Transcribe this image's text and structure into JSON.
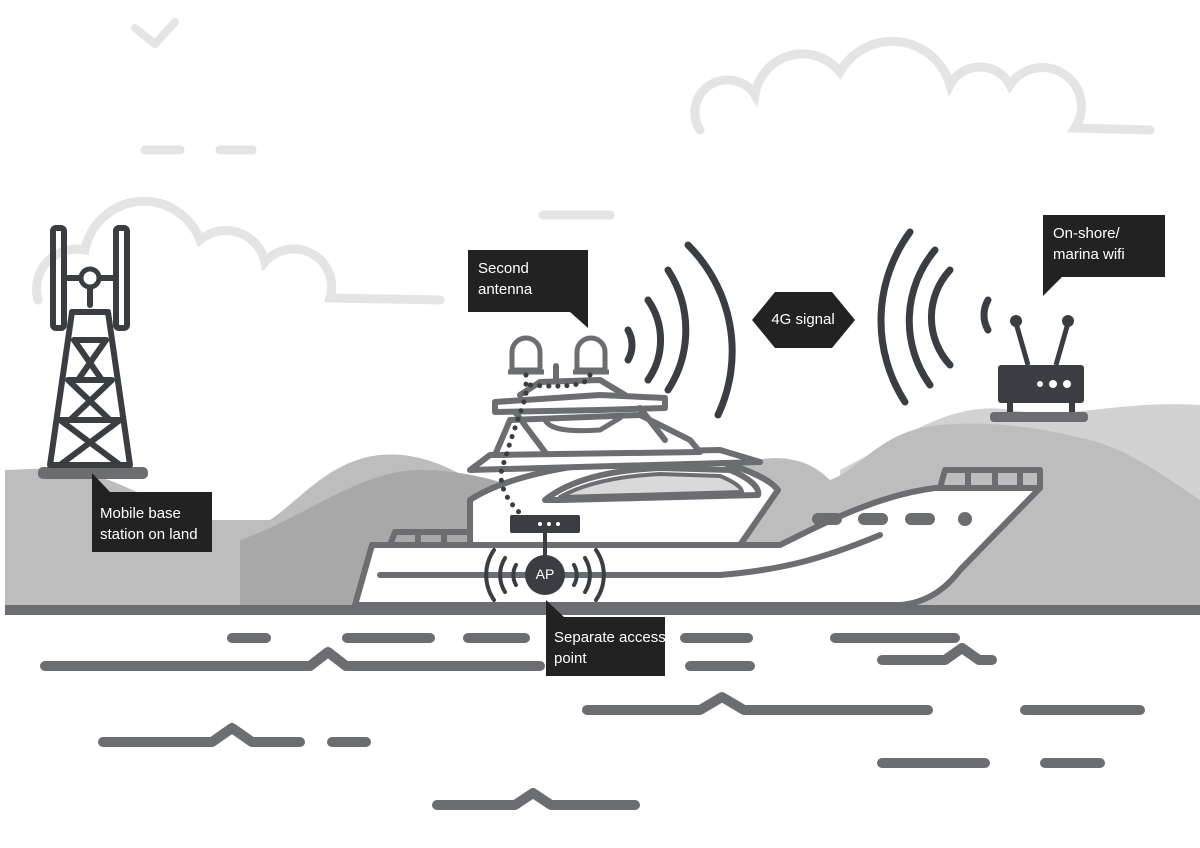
{
  "labels": {
    "second_antenna": "Second\nantenna",
    "onshore_wifi": "On-shore/\nmarina wifi",
    "base_station": "Mobile base\nstation on land",
    "access_point": "Separate access\npoint",
    "signal": "4G signal",
    "ap": "AP"
  },
  "colors": {
    "dark": "#3a3d42",
    "callout": "#222222",
    "hill_back": "#bdbdbd",
    "hill_front": "#a8a8a8",
    "water_line": "#6b6d70",
    "cloud": "#e4e4e4",
    "boat_outline": "#6b6d70"
  },
  "icons": [
    "cell-tower-icon",
    "yacht-icon",
    "router-icon",
    "access-point-icon",
    "signal-wave-icon",
    "bird-icon",
    "cloud-icon"
  ]
}
